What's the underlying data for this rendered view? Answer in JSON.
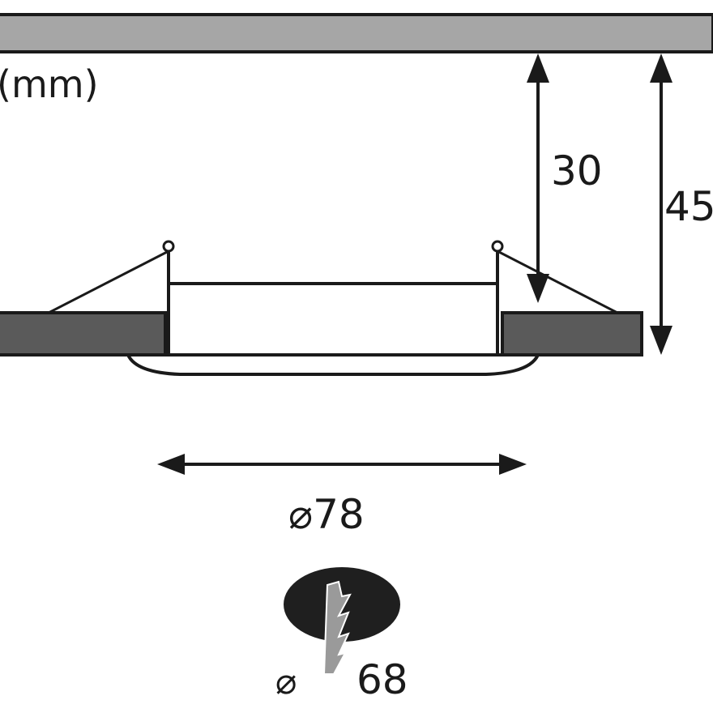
{
  "units_label": "(mm)",
  "dimensions": {
    "inner_height": "30",
    "total_height": "45",
    "diameter": "⌀78",
    "cutout_symbol": "⌀",
    "cutout_value": "68"
  },
  "colors": {
    "ceiling_fill": "#a6a6a6",
    "board_fill": "#5a5a5a",
    "line": "#1a1a1a",
    "hole_fill": "#1f1f1f",
    "saw_fill": "#9a9a9a",
    "background": "#ffffff"
  }
}
